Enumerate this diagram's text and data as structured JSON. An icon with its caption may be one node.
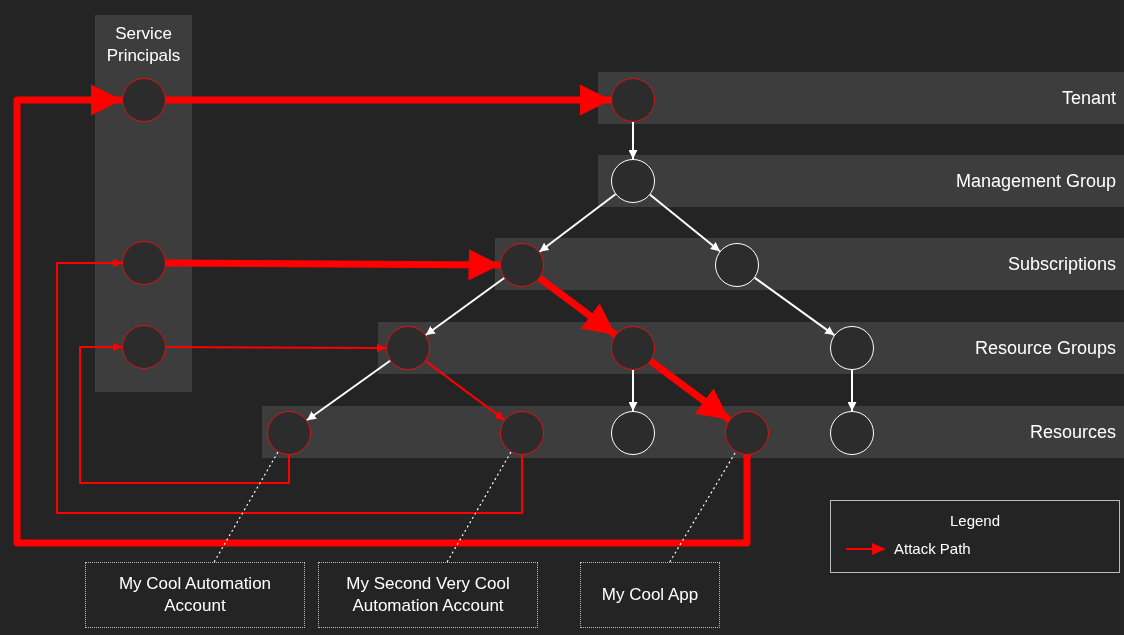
{
  "diagram": {
    "nodes": [
      {
        "text": [
          "Service Principals"
        ]
      },
      {
        "text": [
          "Tenant"
        ]
      },
      {
        "text": [
          "Management Group"
        ]
      },
      {
        "text": [
          "Subscriptions"
        ]
      },
      {
        "text": [
          "Resource Groups"
        ]
      },
      {
        "text": [
          "Resources"
        ]
      },
      {
        "text": [],
        "shape": "circle",
        "in": 0
      },
      {
        "text": [],
        "shape": "circle",
        "in": 0
      },
      {
        "text": [],
        "shape": "circle",
        "in": 0
      },
      {
        "text": [],
        "shape": "circle",
        "in": 1
      },
      {
        "text": [],
        "shape": "circle",
        "in": 2
      },
      {
        "text": [],
        "shape": "circle",
        "in": 3
      },
      {
        "text": [],
        "shape": "circle",
        "in": 3
      },
      {
        "text": [],
        "shape": "circle",
        "in": 4
      },
      {
        "text": [],
        "shape": "circle",
        "in": 4
      },
      {
        "text": [],
        "shape": "circle",
        "in": 4
      },
      {
        "text": [],
        "shape": "circle",
        "in": 5
      },
      {
        "text": [],
        "shape": "circle",
        "in": 5
      },
      {
        "text": [],
        "shape": "circle",
        "in": 5
      },
      {
        "text": [],
        "shape": "circle",
        "in": 5
      },
      {
        "text": [],
        "shape": "circle",
        "in": 5
      },
      {
        "text": [
          "My Cool Automation Account"
        ]
      },
      {
        "text": [
          "My Second Very Cool Automation Account"
        ]
      },
      {
        "text": [
          "My Cool App"
        ]
      }
    ],
    "edges": [
      {
        "from": 6,
        "to": 9,
        "arrow": "to",
        "style": "thick",
        "color": "#ff0000"
      },
      {
        "from": 9,
        "to": 10,
        "arrow": "to"
      },
      {
        "from": 10,
        "to": 11,
        "arrow": "to"
      },
      {
        "from": 10,
        "to": 12,
        "arrow": "to"
      },
      {
        "from": 7,
        "to": 11,
        "arrow": "to",
        "style": "thick",
        "color": "#ff0000"
      },
      {
        "from": 11,
        "to": 13,
        "arrow": "to"
      },
      {
        "from": 11,
        "to": 14,
        "arrow": "to",
        "style": "thick",
        "color": "#ff0000"
      },
      {
        "from": 12,
        "to": 15,
        "arrow": "to"
      },
      {
        "from": 8,
        "to": 13,
        "arrow": "to",
        "color": "#ff0000"
      },
      {
        "from": 13,
        "to": 16,
        "arrow": "to"
      },
      {
        "from": 13,
        "to": 17,
        "arrow": "to",
        "color": "#ff0000"
      },
      {
        "from": 14,
        "to": 18,
        "arrow": "to"
      },
      {
        "from": 14,
        "to": 19,
        "arrow": "to",
        "style": "thick",
        "color": "#ff0000"
      },
      {
        "from": 15,
        "to": 20,
        "arrow": "to"
      },
      {
        "from": 16,
        "to": 8,
        "arrow": "to",
        "color": "#ff0000"
      },
      {
        "from": 17,
        "to": 7,
        "arrow": "to",
        "color": "#ff0000"
      },
      {
        "from": 19,
        "to": 6,
        "arrow": "to",
        "style": "thick",
        "color": "#ff0000"
      },
      {
        "from": 21,
        "to": 16,
        "arrow": "none",
        "style": "dashed"
      },
      {
        "from": 22,
        "to": 17,
        "arrow": "none",
        "style": "dashed"
      },
      {
        "from": 23,
        "to": 19,
        "arrow": "none",
        "style": "dashed"
      }
    ],
    "labels": [
      "Legend"
    ],
    "legend": [
      {
        "text": "Attack Path"
      }
    ]
  }
}
